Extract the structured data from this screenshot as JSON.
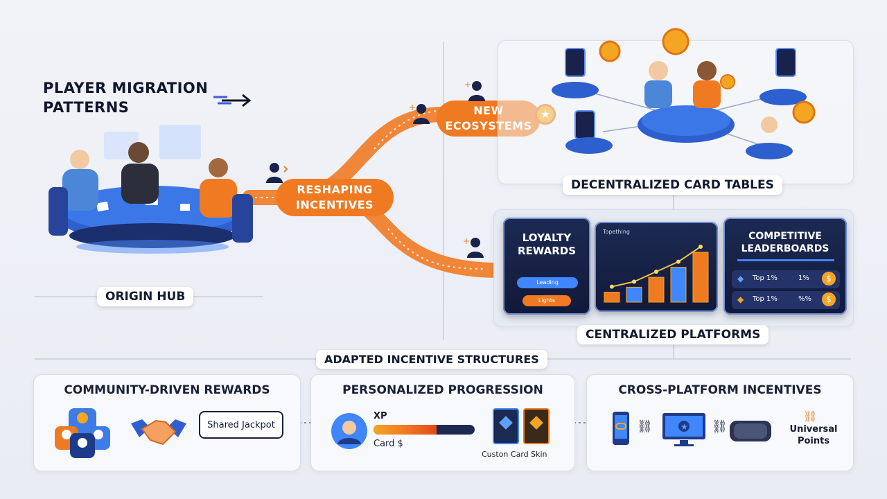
{
  "title": "PLAYER MIGRATION PATTERNS",
  "origin": {
    "label": "ORIGIN HUB"
  },
  "flow": {
    "reshaping": "RESHAPING INCENTIVES",
    "new": "NEW ECOSYSTEMS"
  },
  "decentralized": {
    "label": "DECENTRALIZED CARD TABLES"
  },
  "centralized": {
    "label": "CENTRALIZED PLATFORMS",
    "loyalty": {
      "title": "LOYALTY REWARDS",
      "btn1": "Leading",
      "btn2": "Lights"
    },
    "chart": {
      "title": "Topething",
      "values": [
        2,
        3,
        5,
        7,
        10
      ]
    },
    "leaderboard": {
      "title": "COMPETITIVE LEADERBOARDS",
      "rows": [
        {
          "rank": "Top 1%",
          "pct": "1%"
        },
        {
          "rank": "Top 1%",
          "pct": "%%"
        }
      ]
    }
  },
  "adapted": {
    "label": "ADAPTED INCENTIVE STRUCTURES"
  },
  "cards": {
    "community": {
      "title": "COMMUNITY-DRIVEN REWARDS",
      "bubble": "Shared Jackpot"
    },
    "personalized": {
      "title": "PERSONALIZED PROGRESSION",
      "xp": "XP",
      "card_label": "Card $",
      "skin": "Custon Card Skin",
      "progress": 0.62
    },
    "cross": {
      "title": "CROSS-PLATFORM INCENTIVES",
      "points": "Universal Points"
    }
  },
  "colors": {
    "orange": "#f07a22",
    "navy": "#18224a",
    "blue": "#2f6fe0",
    "gold": "#f4a622"
  }
}
